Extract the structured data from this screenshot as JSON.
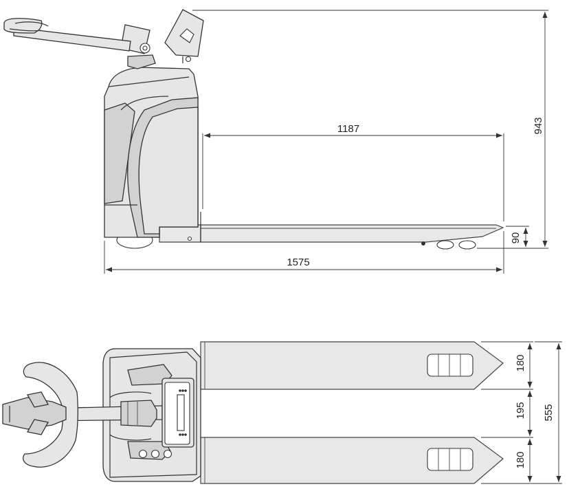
{
  "dimensions": {
    "fork_length": "1187",
    "overall_height": "943",
    "overall_length": "1575",
    "fork_height": "90",
    "fork_width_1": "180",
    "fork_gap": "195",
    "fork_width_2": "180",
    "overall_width": "555"
  },
  "colors": {
    "body_fill": "#e6e6e6",
    "outline": "#333333",
    "background": "#ffffff"
  }
}
